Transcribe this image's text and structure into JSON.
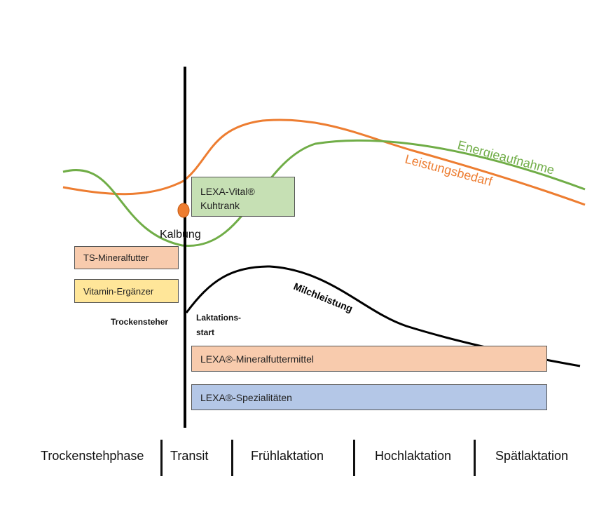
{
  "curves": {
    "energy_label": "Energieaufnahme",
    "demand_label": "Leistungsbedarf",
    "milk_label": "Milchleistung",
    "energy_color": "#70ad47",
    "demand_color": "#ed7d31",
    "milk_color": "#000000"
  },
  "events": {
    "calving_label": "Kalbung",
    "calving_marker_color": "#ed7d31",
    "dry_cow_label": "Trockensteher",
    "lactation_start_line1": "Laktations-",
    "lactation_start_line2": "start"
  },
  "boxes": {
    "vital_line1": "LEXA-Vital®",
    "vital_line2": "Kuhtrank",
    "ts_mineral": "TS-Mineralfutter",
    "vitamin": "Vitamin-Ergänzer",
    "lexa_mineral": "LEXA®-Mineralfuttermittel",
    "lexa_spezial": "LEXA®-Spezialitäten"
  },
  "phases": [
    "Trockenstehphase",
    "Transit",
    "Frühlaktation",
    "Hochlaktation",
    "Spätlaktation"
  ]
}
